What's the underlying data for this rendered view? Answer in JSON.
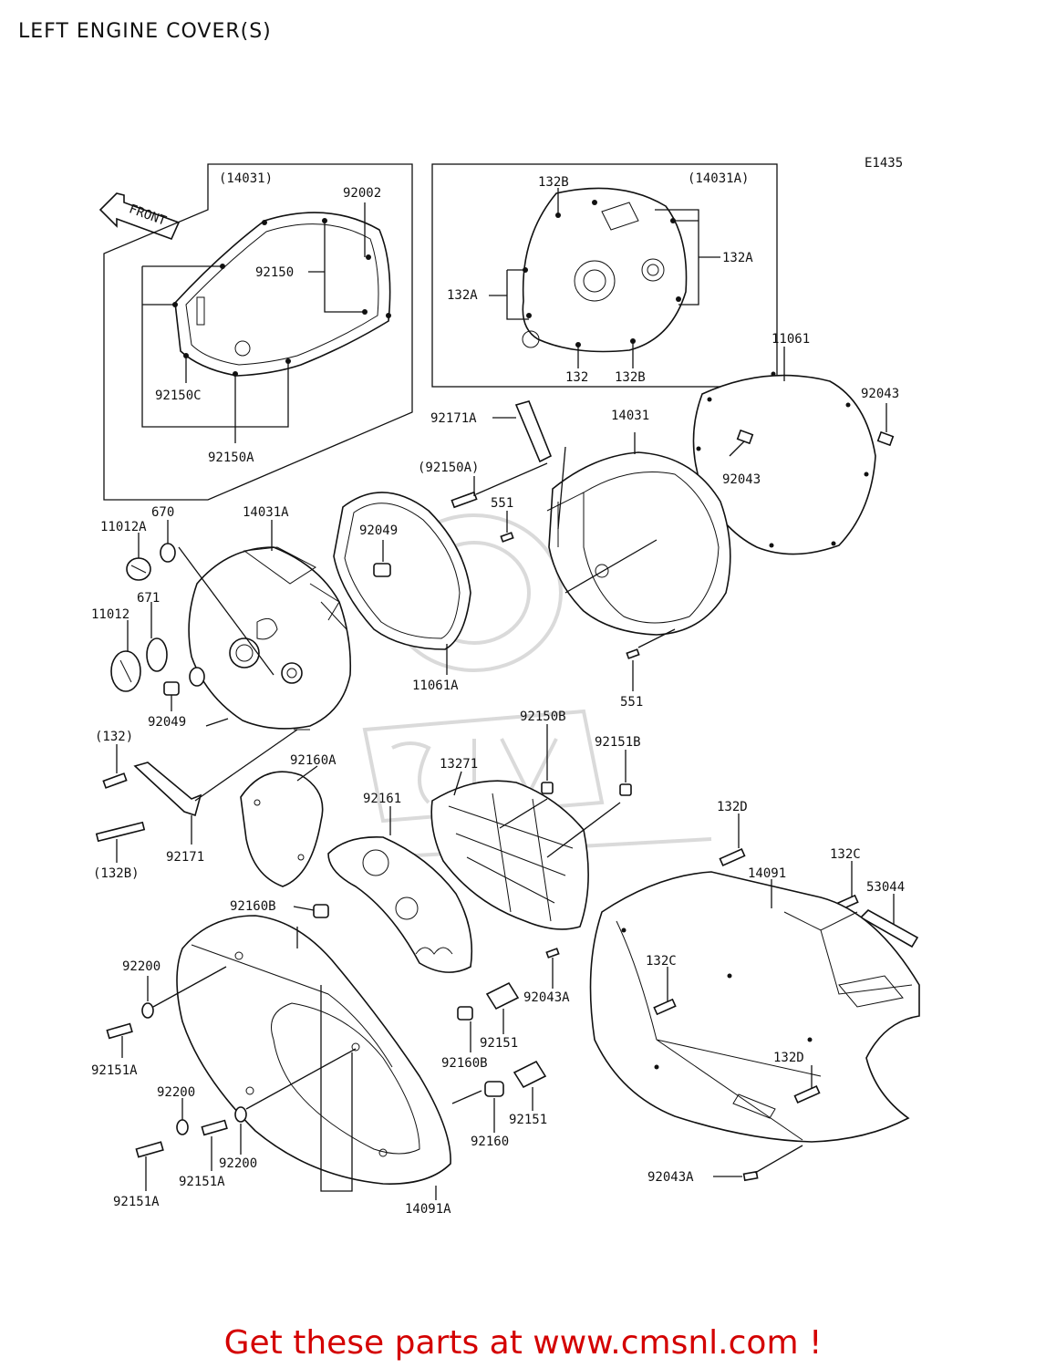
{
  "page": {
    "title": "LEFT ENGINE COVER(S)",
    "diagram_code": "E1435",
    "front_label": "FRONT",
    "footer": "Get these parts at www.cmsnl.com !"
  },
  "parts": {
    "p14031_paren": "(14031)",
    "p92002": "92002",
    "p92150": "92150",
    "p92150C": "92150C",
    "p92150A_inset": "92150A",
    "p14031A_paren": "(14031A)",
    "p132B_top": "132B",
    "p132A_right": "132A",
    "p132A_left": "132A",
    "p132": "132",
    "p132B_bottom": "132B",
    "p11061": "11061",
    "p92043_a": "92043",
    "p92043_b": "92043",
    "p92171A": "92171A",
    "p14031": "14031",
    "p92150A_paren": "(92150A)",
    "p551_a": "551",
    "p670": "670",
    "p11012A": "11012A",
    "p14031A": "14031A",
    "p92049_a": "92049",
    "p671": "671",
    "p11012": "11012",
    "p11061A": "11061A",
    "p551_b": "551",
    "p132_paren": "(132)",
    "p92049_b": "92049",
    "p92150B": "92150B",
    "p13271": "13271",
    "p92151B": "92151B",
    "p92160A": "92160A",
    "p92161": "92161",
    "p132D_a": "132D",
    "p132B_paren": "(132B)",
    "p92171": "92171",
    "p132C_a": "132C",
    "p14091": "14091",
    "p53044": "53044",
    "p92160B_a": "92160B",
    "p92200_a": "92200",
    "p92043A_a": "92043A",
    "p132C_b": "132C",
    "p92151_a": "92151",
    "p92151A_a": "92151A",
    "p92160B_b": "92160B",
    "p132D_b": "132D",
    "p92200_b": "92200",
    "p92151_b": "92151",
    "p92160": "92160",
    "p92200_c": "92200",
    "p92151A_b": "92151A",
    "p92043A_b": "92043A",
    "p92151A_c": "92151A",
    "p14091A": "14091A"
  },
  "colors": {
    "footer": "#d40000",
    "ink": "#111111",
    "watermark": "#bbbbbb"
  },
  "icons": {
    "front": "front-arrow-icon"
  }
}
